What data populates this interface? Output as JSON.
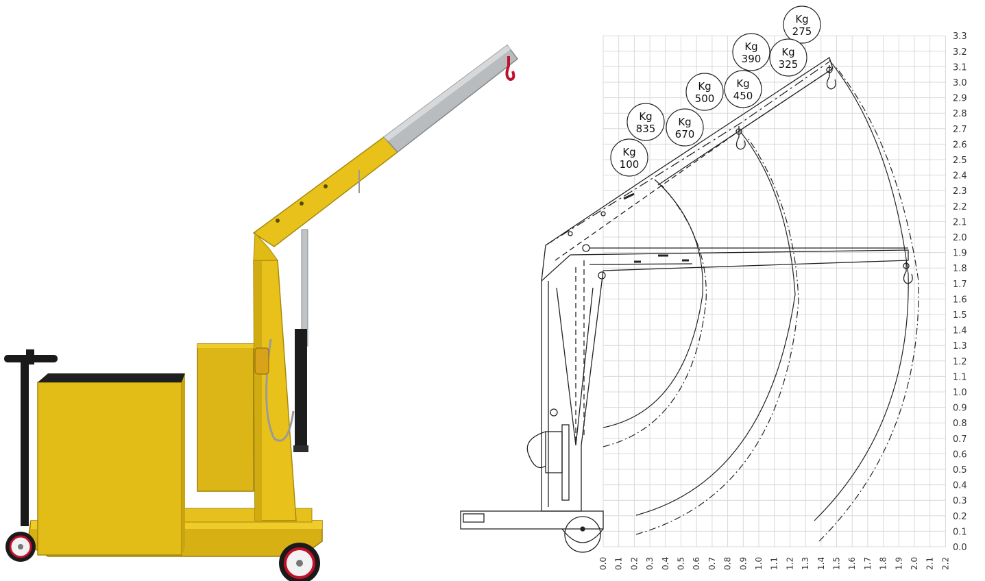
{
  "diagram": {
    "y_ticks": [
      "0.0",
      "0.1",
      "0.2",
      "0.3",
      "0.4",
      "0.5",
      "0.6",
      "0.7",
      "0.8",
      "0.9",
      "1.0",
      "1.1",
      "1.2",
      "1.3",
      "1.4",
      "1.5",
      "1.6",
      "1.7",
      "1.8",
      "1.9",
      "2.0",
      "2.1",
      "2.2",
      "2.3",
      "2.4",
      "2.5",
      "2.6",
      "2.7",
      "2.8",
      "2.9",
      "3.0",
      "3.1",
      "3.2",
      "3.3"
    ],
    "x_ticks": [
      "0.0",
      "0.1",
      "0.2",
      "0.3",
      "0.4",
      "0.5",
      "0.6",
      "0.7",
      "0.8",
      "0.9",
      "1.0",
      "1.1",
      "1.2",
      "1.3",
      "1.4",
      "1.5",
      "1.6",
      "1.7",
      "1.8",
      "1.9",
      "2.0",
      "2.1",
      "2.2"
    ],
    "load_badges": [
      {
        "unit": "Kg",
        "value": "275"
      },
      {
        "unit": "Kg",
        "value": "390"
      },
      {
        "unit": "Kg",
        "value": "325"
      },
      {
        "unit": "Kg",
        "value": "500"
      },
      {
        "unit": "Kg",
        "value": "450"
      },
      {
        "unit": "Kg",
        "value": "835"
      },
      {
        "unit": "Kg",
        "value": "670"
      },
      {
        "unit": "Kg",
        "value": "100"
      }
    ]
  },
  "colors": {
    "crane_yellow": "#e8c21a",
    "crane_yellow_dark": "#b8950c",
    "boom_grey": "#b9bcbf",
    "black": "#1a1a1a",
    "hook_red": "#c0112a",
    "grid": "#d9d9d9",
    "line": "#222222"
  }
}
